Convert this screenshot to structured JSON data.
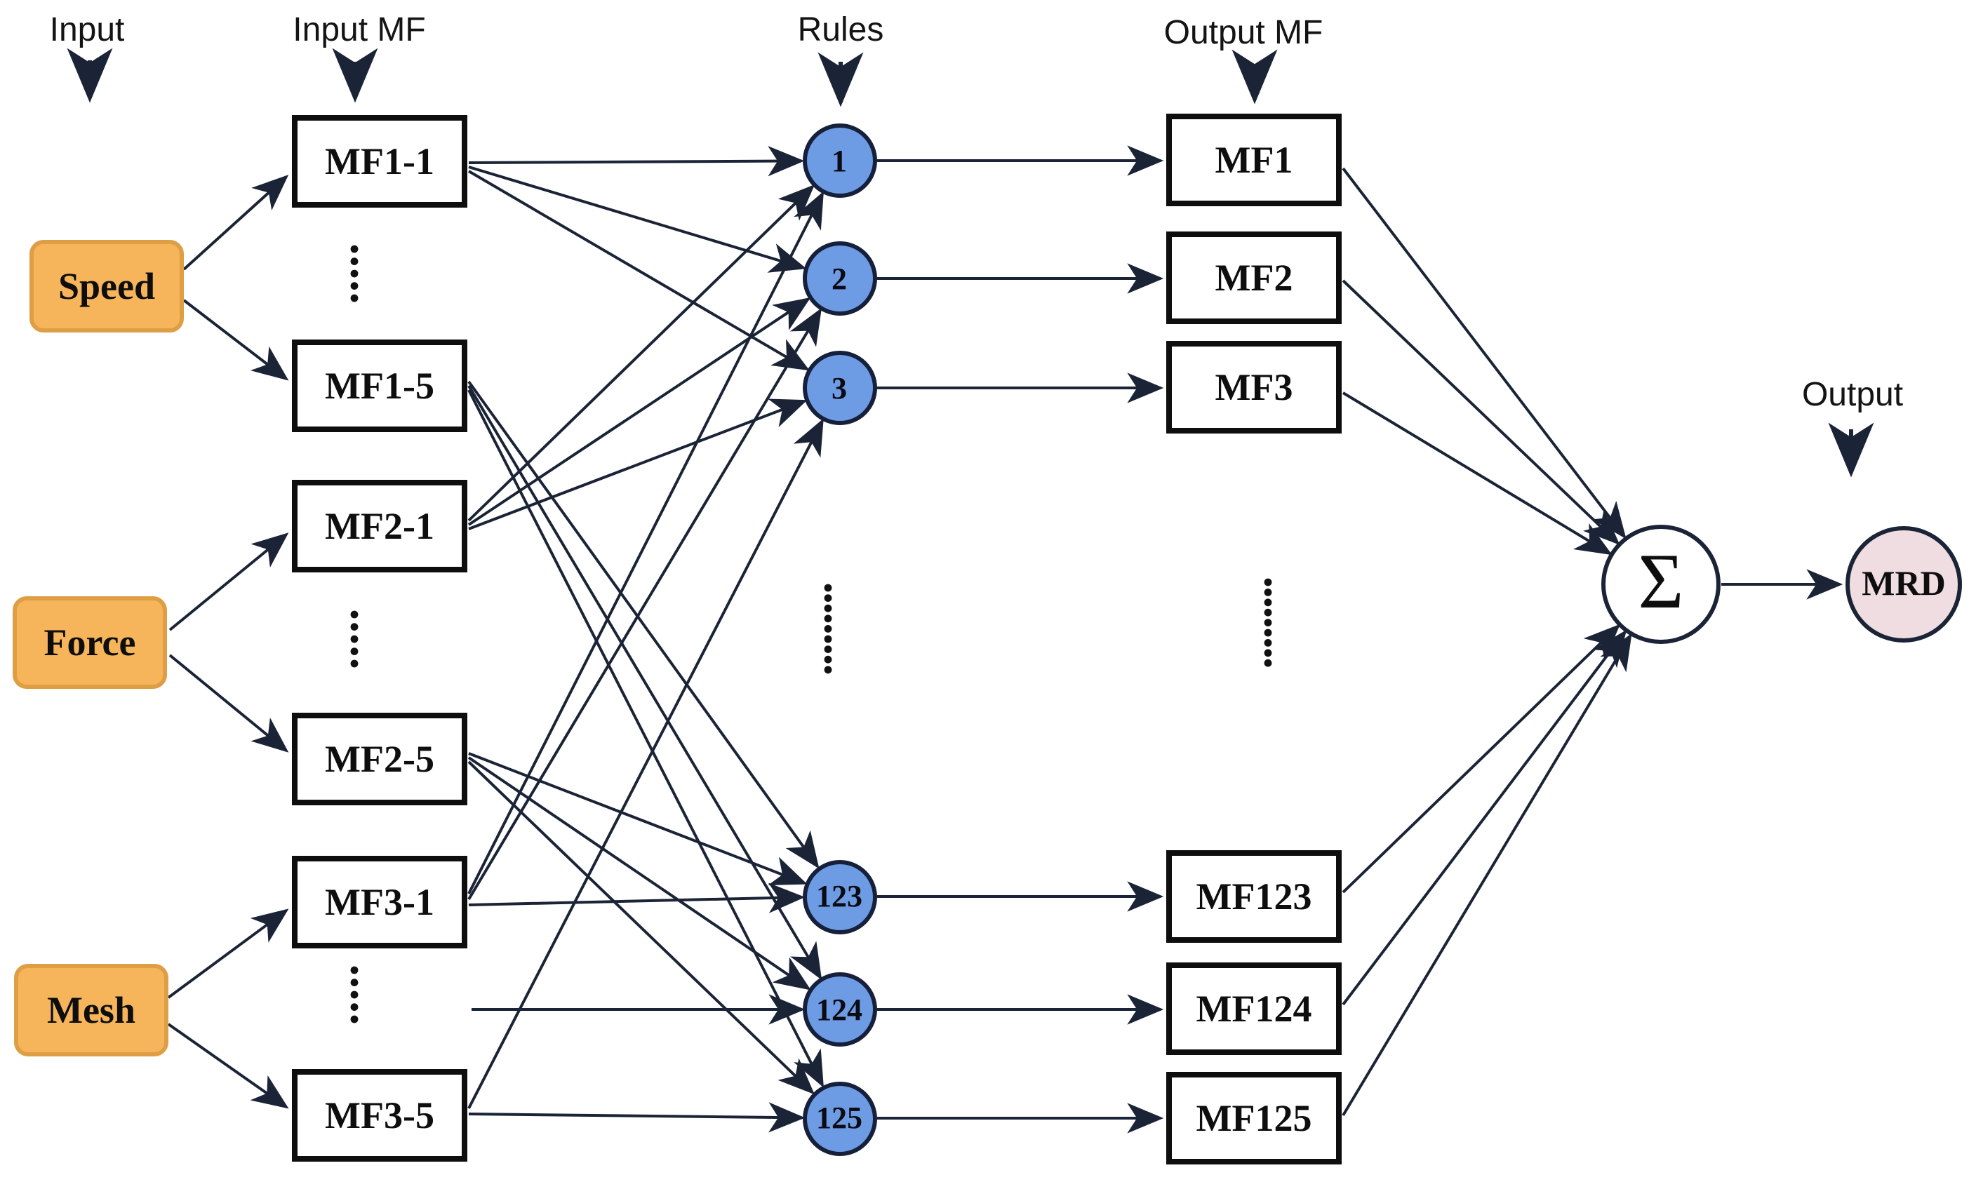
{
  "columns": {
    "input_label": "Input",
    "input_mf_label": "Input MF",
    "rules_label": "Rules",
    "output_mf_label": "Output MF",
    "output_label": "Output"
  },
  "input_nodes": [
    {
      "label": "Speed"
    },
    {
      "label": "Force"
    },
    {
      "label": "Mesh"
    }
  ],
  "input_mf_nodes": [
    {
      "label": "MF1-1"
    },
    {
      "label": "MF1-5"
    },
    {
      "label": "MF2-1"
    },
    {
      "label": "MF2-5"
    },
    {
      "label": "MF3-1"
    },
    {
      "label": "MF3-5"
    }
  ],
  "rule_nodes": [
    {
      "label": "1"
    },
    {
      "label": "2"
    },
    {
      "label": "3"
    },
    {
      "label": "123"
    },
    {
      "label": "124"
    },
    {
      "label": "125"
    }
  ],
  "output_mf_nodes": [
    {
      "label": "MF1"
    },
    {
      "label": "MF2"
    },
    {
      "label": "MF3"
    },
    {
      "label": "MF123"
    },
    {
      "label": "MF124"
    },
    {
      "label": "MF125"
    }
  ],
  "sum_node": {
    "label": "Σ"
  },
  "output_node": {
    "label": "MRD"
  },
  "colors": {
    "ink": "#1b2436",
    "input_fill": "#f7b55b",
    "input_border": "#de9e44",
    "rule_fill": "#6d9ce4",
    "rule_border": "#16203a",
    "output_node_fill": "#efdde1",
    "box_border": "#0e0e0e"
  }
}
